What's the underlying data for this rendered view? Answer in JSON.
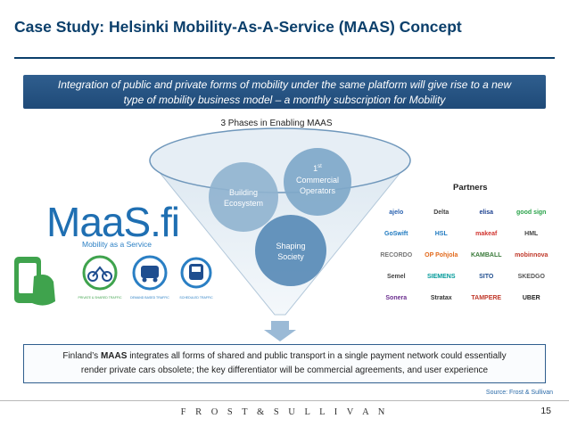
{
  "title": "Case Study: Helsinki Mobility-As-A-Service (MAAS) Concept",
  "banner": {
    "line1": "Integration of public and private forms of mobility under the same platform will give rise to a new",
    "line2": "type of mobility business model – a monthly subscription for Mobility"
  },
  "diagram": {
    "heading": "3 Phases in Enabling MAAS",
    "phases": [
      {
        "label_lines": [
          "Building",
          "Ecosystem"
        ],
        "color": "#8fb3cf"
      },
      {
        "label_lines": [
          "1st",
          "Commercial",
          "Operators"
        ],
        "superscript": "st",
        "color": "#7fa8c9"
      },
      {
        "label_lines": [
          "Shaping",
          "Society"
        ],
        "color": "#5d8db8"
      }
    ]
  },
  "brand": {
    "logo": "MaaS.fi",
    "tagline": "Mobility as a Service",
    "icon_labels": [
      "PRIVATE & SHARED TRAFFIC",
      "DEMAND BASED TRAFFIC",
      "SCHEDULED TRAFFIC"
    ]
  },
  "partners": {
    "label": "Partners",
    "logos": [
      {
        "name": "ajelo",
        "color": "#2a62b0"
      },
      {
        "name": "Delta",
        "color": "#444444"
      },
      {
        "name": "elisa",
        "color": "#1a3f8f"
      },
      {
        "name": "good sign",
        "color": "#2aa34a"
      },
      {
        "name": "GoSwift",
        "color": "#1f7ac0"
      },
      {
        "name": "HSL",
        "color": "#1f7ac0"
      },
      {
        "name": "makeaf",
        "color": "#d1342f"
      },
      {
        "name": "HML",
        "color": "#444444"
      },
      {
        "name": "RECORDO",
        "color": "#777777"
      },
      {
        "name": "OP Pohjola",
        "color": "#e26a1d"
      },
      {
        "name": "KAMBALL",
        "color": "#3a7a3a"
      },
      {
        "name": "mobinnova",
        "color": "#c0392b"
      },
      {
        "name": "Semel",
        "color": "#444444"
      },
      {
        "name": "SIEMENS",
        "color": "#009999"
      },
      {
        "name": "SITO",
        "color": "#1f4e8f"
      },
      {
        "name": "SKEDGO",
        "color": "#555555"
      },
      {
        "name": "Sonera",
        "color": "#6b2f8f"
      },
      {
        "name": "Stratax",
        "color": "#333333"
      },
      {
        "name": "TAMPERE",
        "color": "#c0392b"
      },
      {
        "name": "UBER",
        "color": "#222222"
      }
    ]
  },
  "bottom_box": {
    "prefix": "Finland’s ",
    "bold": "MAAS",
    "rest_line1": " integrates all forms of shared and public transport in a single payment network could essentially",
    "line2": "render private cars obsolete; the key differentiator will be commercial agreements, and user experience"
  },
  "source": "Source: Frost & Sullivan",
  "footer": {
    "brand": "F R O S T  &  S U L L I V A N",
    "page_number": "15"
  },
  "colors": {
    "title": "#0b3f6b",
    "banner": "#2f5e8e",
    "logo": "#1f6fb2",
    "icon_green": "#3fa34d",
    "icon_blue": "#2a7fc4"
  }
}
